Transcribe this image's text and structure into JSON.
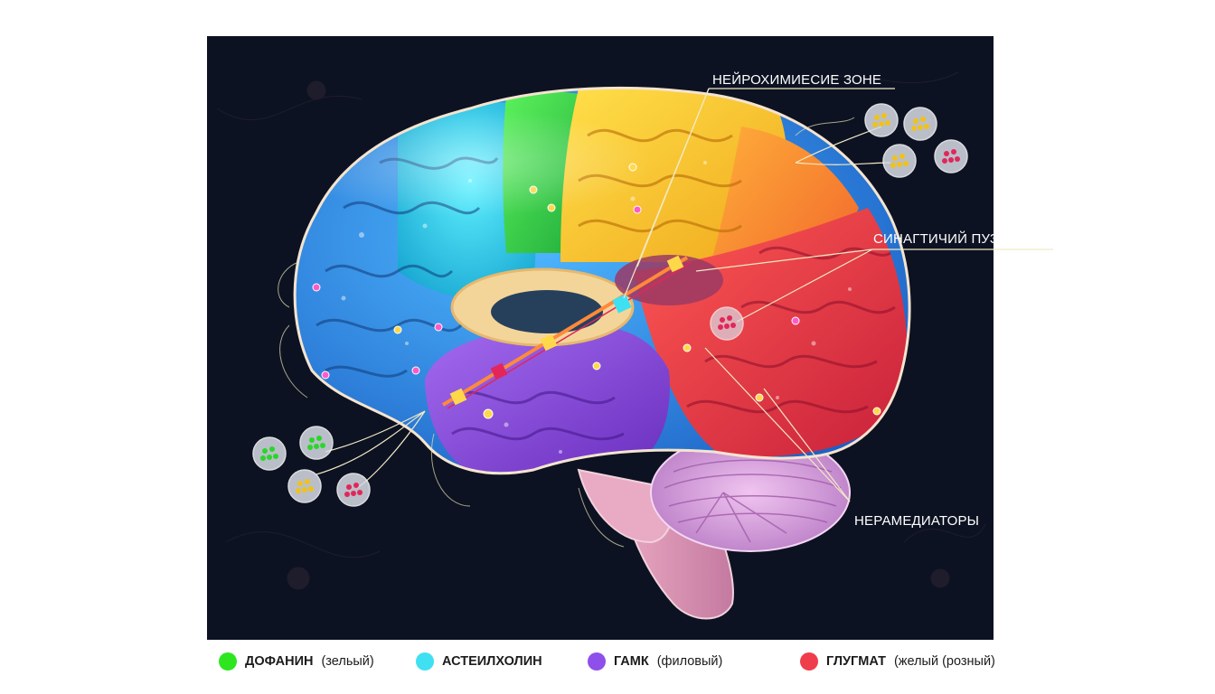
{
  "callouts": {
    "zones": "НЕЙРОХИМИЕСИЕ ЗОНЕ",
    "vesicles": "СИНАГТИЧИЙ ПУЗЫВКИ",
    "mediators": "НЕРАМЕДИАТОРЫ"
  },
  "legend": [
    {
      "name": "ДОФАНИН",
      "note": "(зельый)",
      "color": "#2ee61f"
    },
    {
      "name": "АСТЕИЛХОЛИН",
      "note": "",
      "color": "#3fe0f2"
    },
    {
      "name": "ГАМК",
      "note": "(филовый)",
      "color": "#8f4fea"
    },
    {
      "name": "ГЛУГМАТ",
      "note": "(желый (розный)",
      "color": "#ef3d4c"
    }
  ],
  "colors": {
    "background": "#0c1222",
    "blue": "#2f8fe8",
    "cyan": "#1fc4e0",
    "green": "#3fd34a",
    "yellow": "#f2c52c",
    "orange": "#f4842c",
    "red": "#e9424a",
    "purple": "#8a4ad8",
    "cerebellum": "#d79ad8"
  }
}
